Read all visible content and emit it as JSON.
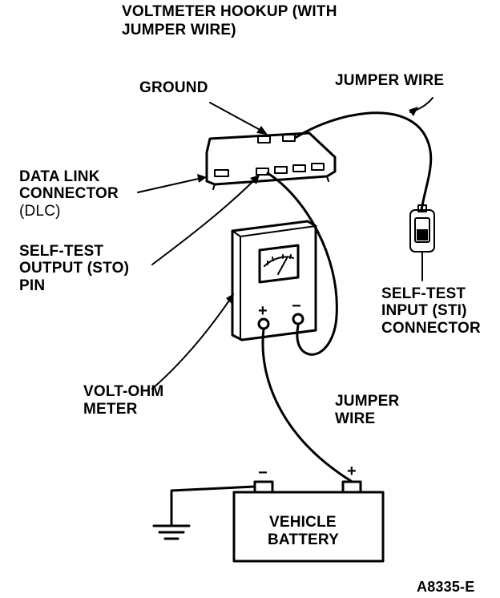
{
  "title": {
    "line1": "VOLTMETER HOOKUP (WITH",
    "line2": "JUMPER WIRE)"
  },
  "labels": {
    "ground": "GROUND",
    "jumper_wire_top": "JUMPER WIRE",
    "dlc_line1": "DATA LINK",
    "dlc_line2": "CONNECTOR",
    "dlc_line3": "(DLC)",
    "sto_line1": "SELF-TEST",
    "sto_line2": "OUTPUT (STO)",
    "sto_line3": "PIN",
    "sti_line1": "SELF-TEST",
    "sti_line2": "INPUT (STI)",
    "sti_line3": "CONNECTOR",
    "vom_line1": "VOLT-OHM",
    "vom_line2": "METER",
    "jumper_bottom_line1": "JUMPER",
    "jumper_bottom_line2": "WIRE",
    "battery_line1": "VEHICLE",
    "battery_line2": "BATTERY",
    "meter_plus": "+",
    "meter_minus": "−",
    "battery_minus": "−",
    "battery_plus": "+",
    "figure_id": "A8335-E"
  }
}
